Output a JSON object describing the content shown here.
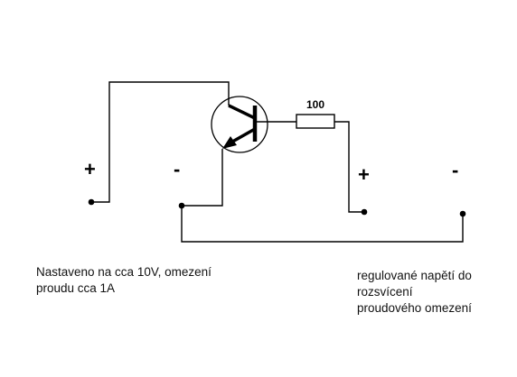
{
  "diagram": {
    "resistor_value": "100",
    "input_plus_label": "+",
    "input_minus_label": "-",
    "output_plus_label": "+",
    "output_minus_label": "-"
  },
  "notes": {
    "left_lines": [
      "Nastaveno na cca 10V, omezení",
      "proudu cca 1A"
    ],
    "right_lines": [
      "regulované napětí do",
      "rozsvícení",
      "proudového omezení"
    ]
  }
}
